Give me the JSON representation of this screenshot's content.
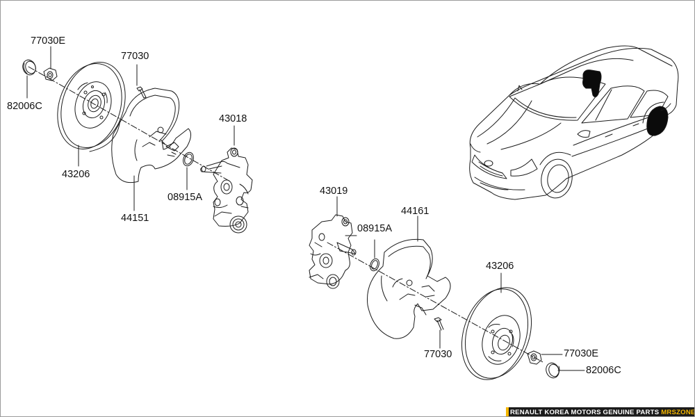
{
  "parts": {
    "p01": "77030E",
    "p02": "82006C",
    "p03": "77030",
    "p04": "43018",
    "p05": "43206",
    "p06": "08915A",
    "p07": "44151",
    "p08": "43019",
    "p09": "44161",
    "p10": "08915A",
    "p11": "43206",
    "p12": "77030",
    "p13": "77030E",
    "p14": "82006C"
  },
  "banner": {
    "text": "RENAULT KOREA MOTORS GENUINE PARTS ",
    "brand": "MRSZONE"
  },
  "colors": {
    "line": "#1a1a1a",
    "banner_bg": "#1b1b1b",
    "banner_brand": "#f5b700"
  }
}
